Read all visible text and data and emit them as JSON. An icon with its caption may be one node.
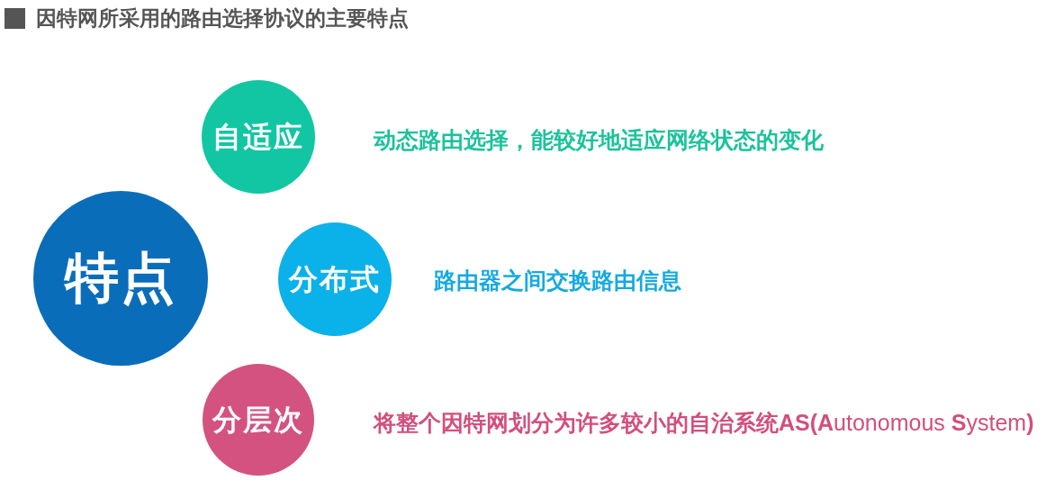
{
  "diagram": {
    "title": "因特网所采用的路由选择协议的主要特点",
    "nodes": [
      {
        "text": [
          "特点"
        ]
      },
      {
        "text": [
          "自适应"
        ],
        "beside": [
          "动态路由选择，能较好地适应网络状态的变化"
        ]
      },
      {
        "text": [
          "分布式"
        ],
        "beside": [
          "路由器之间交换路由信息"
        ]
      },
      {
        "text": [
          "分层次"
        ],
        "beside": [
          "**将整个因特网划分为许多较小的自治系统AS(A**utonomous **S**ystem**)**"
        ]
      }
    ]
  }
}
